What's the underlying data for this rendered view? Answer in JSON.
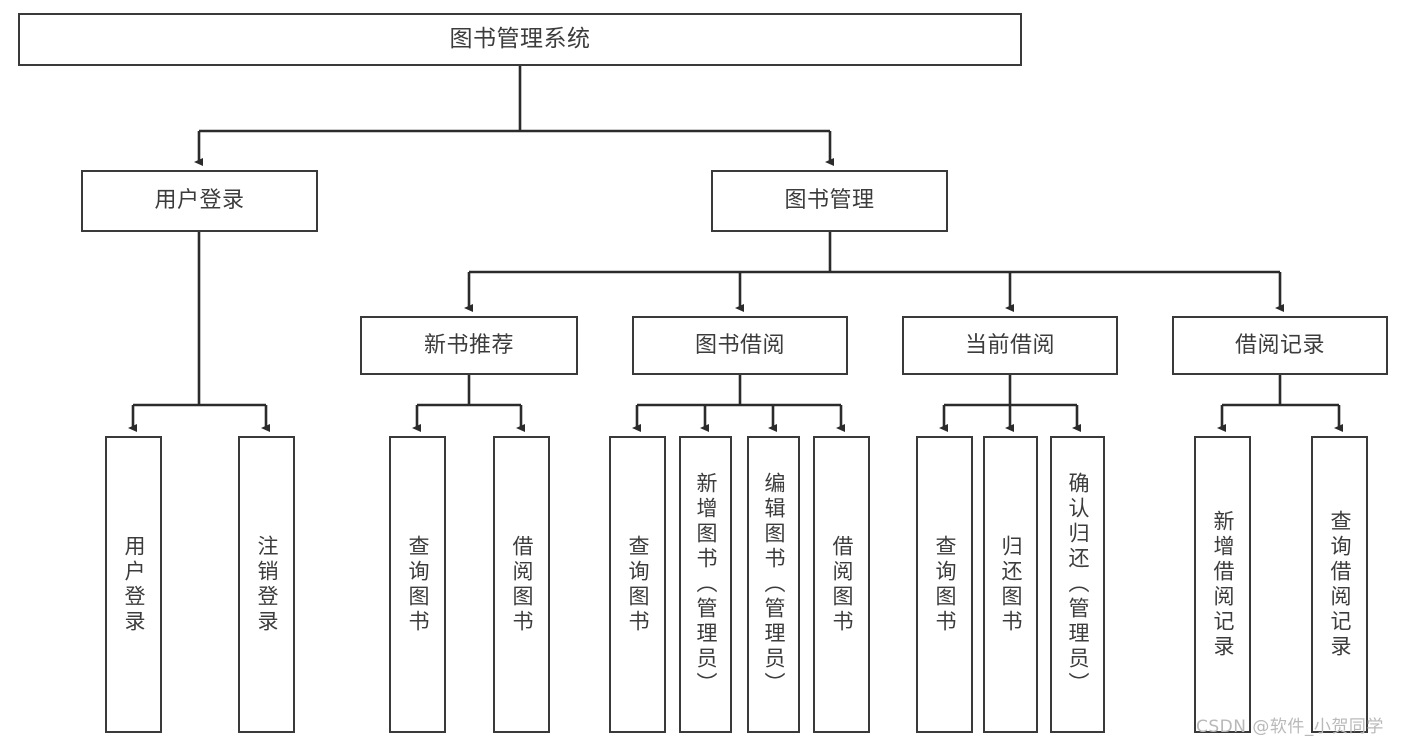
{
  "diagram": {
    "title": "图书管理系统",
    "type": "功能结构图",
    "root": {
      "label": "图书管理系统"
    },
    "level2": [
      {
        "label": "用户登录"
      },
      {
        "label": "图书管理"
      }
    ],
    "level3": [
      {
        "label": "新书推荐"
      },
      {
        "label": "图书借阅"
      },
      {
        "label": "当前借阅"
      },
      {
        "label": "借阅记录"
      }
    ],
    "leaves": {
      "user_login": [
        {
          "label": "用户登录"
        },
        {
          "label": "注销登录"
        }
      ],
      "new_book_recommend": [
        {
          "label": "查询图书"
        },
        {
          "label": "借阅图书"
        }
      ],
      "book_borrow": [
        {
          "label": "查询图书"
        },
        {
          "label": "新增图书（管理员）"
        },
        {
          "label": "编辑图书（管理员）"
        },
        {
          "label": "借阅图书"
        }
      ],
      "current_borrow": [
        {
          "label": "查询图书"
        },
        {
          "label": "归还图书"
        },
        {
          "label": "确认归还（管理员）"
        }
      ],
      "borrow_record": [
        {
          "label": "新增借阅记录"
        },
        {
          "label": "查询借阅记录"
        }
      ]
    }
  },
  "watermark": {
    "text": "CSDN @软件_小贺同学"
  },
  "colors": {
    "node_border": "#3a3a3a",
    "node_fill": "#ffffff",
    "edge": "#2b2b2b",
    "text": "#3c3c3c",
    "watermark": "#b9b9b9",
    "background": "#ffffff"
  }
}
